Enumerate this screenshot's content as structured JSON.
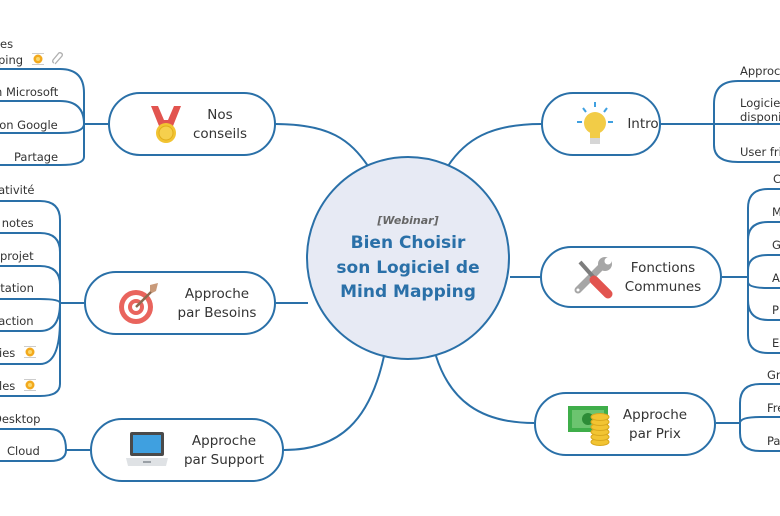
{
  "center": {
    "subtitle": "[Webinar]",
    "title": "Bien Choisir\nson Logiciel de\nMind Mapping"
  },
  "colors": {
    "line": "#2a70a8",
    "center_fill": "#e7eaf4",
    "title": "#2a70a8"
  },
  "branches": {
    "conseils": {
      "label": "Nos\nconseils",
      "icon": "medal-icon",
      "leaves": [
        "es",
        "ping",
        "n Microsoft",
        "ion Google",
        "Partage"
      ]
    },
    "besoins": {
      "label": "Approche\npar Besoins",
      "icon": "target-icon",
      "leaves": [
        "eativité",
        "e notes",
        "projet",
        "ntation",
        "laction",
        "ies",
        "les"
      ]
    },
    "support": {
      "label": "Approche\npar Support",
      "icon": "laptop-icon",
      "leaves": [
        "Desktop",
        "Cloud"
      ]
    },
    "intro": {
      "label": "Intro",
      "icon": "lightbulb-icon",
      "leaves": [
        "Approch",
        "Logiciel",
        "disponil",
        "User frie"
      ]
    },
    "fonctions": {
      "label": "Fonctions\nCommunes",
      "icon": "tools-icon",
      "leaves": [
        "C",
        "M",
        "G",
        "A",
        "P",
        "Es"
      ]
    },
    "prix": {
      "label": "Approche\npar Prix",
      "icon": "money-icon",
      "leaves": [
        "Gr",
        "Fre",
        "Pa"
      ]
    }
  }
}
